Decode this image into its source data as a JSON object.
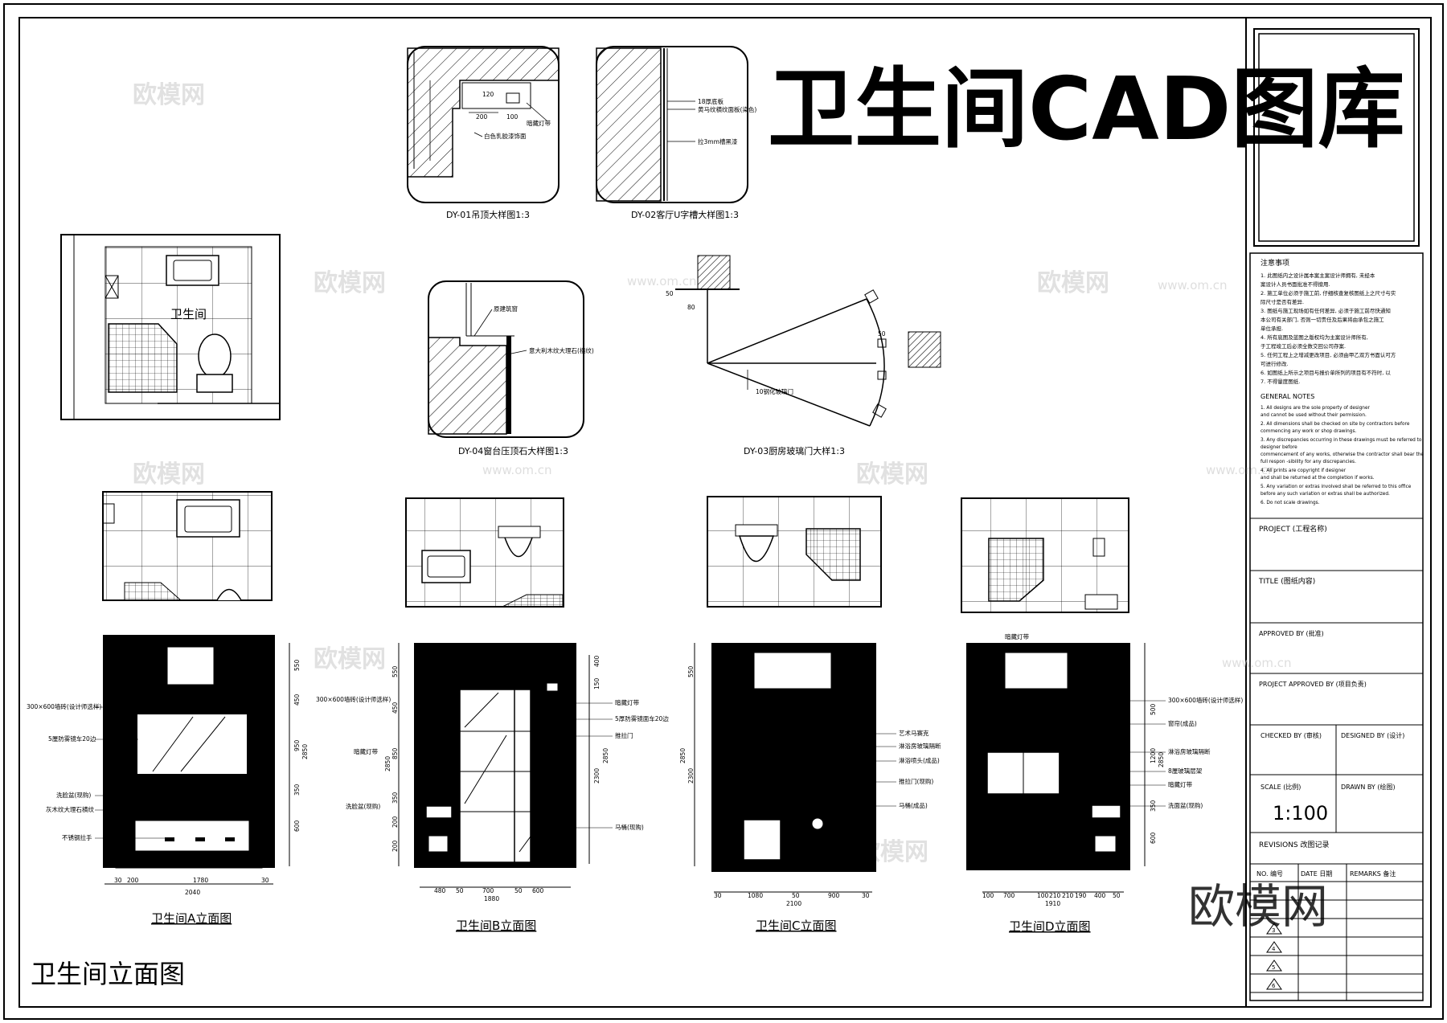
{
  "banner_title": "卫生间CAD图库",
  "sheet_label": "卫生间立面图",
  "watermark_text": "欧模网",
  "watermark_url": "www.om.cn",
  "plan_room_label": "卫生间",
  "details": {
    "dy01": "DY-01吊顶大样图1:3",
    "dy02": "DY-02客厅U字槽大样图1:3",
    "dy03": "DY-03厨房玻璃门大样1:3",
    "dy04": "DY-04窗台压顶石大样图1:3"
  },
  "detail_notes": {
    "dy01": [
      "120",
      "200",
      "100",
      "暗藏灯带",
      "白色乳胶漆饰面"
    ],
    "dy02": [
      "18厚底板",
      "黄马纹横纹面板(染色)",
      "拉3mm槽黑漆"
    ],
    "dy03": [
      "10钢化玻璃门",
      "50",
      "80",
      "50"
    ],
    "dy04": [
      "原建筑窗",
      "意大利木纹大理石(横纹)"
    ]
  },
  "elevations": [
    {
      "title": "卫生间A立面图",
      "total": "2040",
      "dims": [
        "30",
        "200",
        "1780",
        "30"
      ],
      "heights": [
        "550",
        "450",
        "950",
        "350",
        "600",
        "2850"
      ],
      "notes": [
        "300×600墙砖(设计师选样)",
        "5厘防雾镜车20边",
        "洗脸盆(现购)",
        "灰木纹大理石横纹",
        "不锈钢拉手"
      ]
    },
    {
      "title": "卫生间B立面图",
      "total": "1880",
      "dims": [
        "480",
        "50",
        "700",
        "50",
        "600"
      ],
      "heights": [
        "550",
        "450",
        "850",
        "350",
        "200",
        "200",
        "2850"
      ],
      "heights_right": [
        "400",
        "150",
        "2300",
        "2850"
      ],
      "notes_left": [
        "300×600墙砖(设计师选样)",
        "暗藏灯带",
        "洗脸盆(现购)"
      ],
      "notes_right": [
        "暗藏灯带",
        "5厚防雾镜面车20边",
        "推拉门",
        "马桶(现购)"
      ]
    },
    {
      "title": "卫生间C立面图",
      "total": "2100",
      "dims": [
        "30",
        "1080",
        "50",
        "900",
        "30"
      ],
      "heights": [
        "550",
        "2300",
        "2850"
      ],
      "notes": [
        "艺术马赛克",
        "淋浴房玻璃隔断",
        "淋浴喷头(成品)",
        "推拉门(现购)",
        "马桶(成品)"
      ]
    },
    {
      "title": "卫生间D立面图",
      "total": "1910",
      "dims": [
        "100",
        "700",
        "100",
        "210",
        "210",
        "190",
        "400",
        "50"
      ],
      "heights": [
        "500",
        "1200",
        "2850",
        "350",
        "600"
      ],
      "notes": [
        "暗藏灯带",
        "300×600墙砖(设计师选样)",
        "窗帘(成品)",
        "淋浴房玻璃隔断",
        "8厘玻璃层架",
        "暗藏灯带",
        "洗面盆(现购)"
      ]
    }
  ],
  "notes_cn": {
    "heading": "注意事项",
    "items": [
      "1. 此图纸内之设计属本案主案设计师拥有,  未经本",
      "   案设计人员书面批准不得擅用.",
      "2. 施工单位必须于施工前, 仔细核查复核图纸上之尺寸与实",
      "   际尺寸是否有差异.",
      "3. 图纸与施工现场如有任何差异,  必须于施工前尽快通知",
      "   本公司有关部门,  否则一切责任及后果将由承包之施工",
      "   单位承担.",
      "4. 所有底图及蓝图之版权均为主案设计师所有,",
      "   于工程竣工后必须全数交回公司存案.",
      "5. 任何工程上之增减更改项目, 必须由甲乙双方书面认可方",
      "   可进行修改.",
      "6. 如图纸上所示之项目与报价单所列的项目有不符时,  以",
      "7. 不得量度图纸."
    ]
  },
  "notes_en": {
    "heading": "GENERAL NOTES",
    "items": [
      "1. All designs are the sole property of designer",
      "   and cannot be used  without their permission.",
      "2. All dimensions shall be checked on site by contractors before",
      "   commencing any work or shop drawings.",
      "3. Any discrepancies occurring in these drawings must be referred to",
      "   designer before",
      "   commencement of any works, otherwise the contractor shall bear the",
      "   full respon -sibility for any discrepancies.",
      "4. All prints are copyright if designer",
      "   and shall be returned at the completion if works.",
      "5. Any variation or extras involved shall be referred to this office",
      "   before any such variation or extras shall be authorized.",
      "6. Do not scale drawings."
    ]
  },
  "title_block": {
    "project": "PROJECT (工程名称)",
    "title": "TITLE (图纸内容)",
    "approved": "APPROVED BY (批准)",
    "project_approved": "PROJECT APPROVED BY (项目负责)",
    "checked": "CHECKED BY (审核)",
    "designed": "DESIGNED BY (设计)",
    "scale_label": "SCALE (比例)",
    "drawn": "DRAWN BY (绘图)",
    "scale_value": "1:100",
    "revisions": "REVISIONS 改图记录",
    "col_no": "NO. 编号",
    "col_date": "DATE 日期",
    "col_remarks": "REMARKS 备注",
    "rev_rows": [
      "3",
      "4",
      "5",
      "6"
    ]
  }
}
